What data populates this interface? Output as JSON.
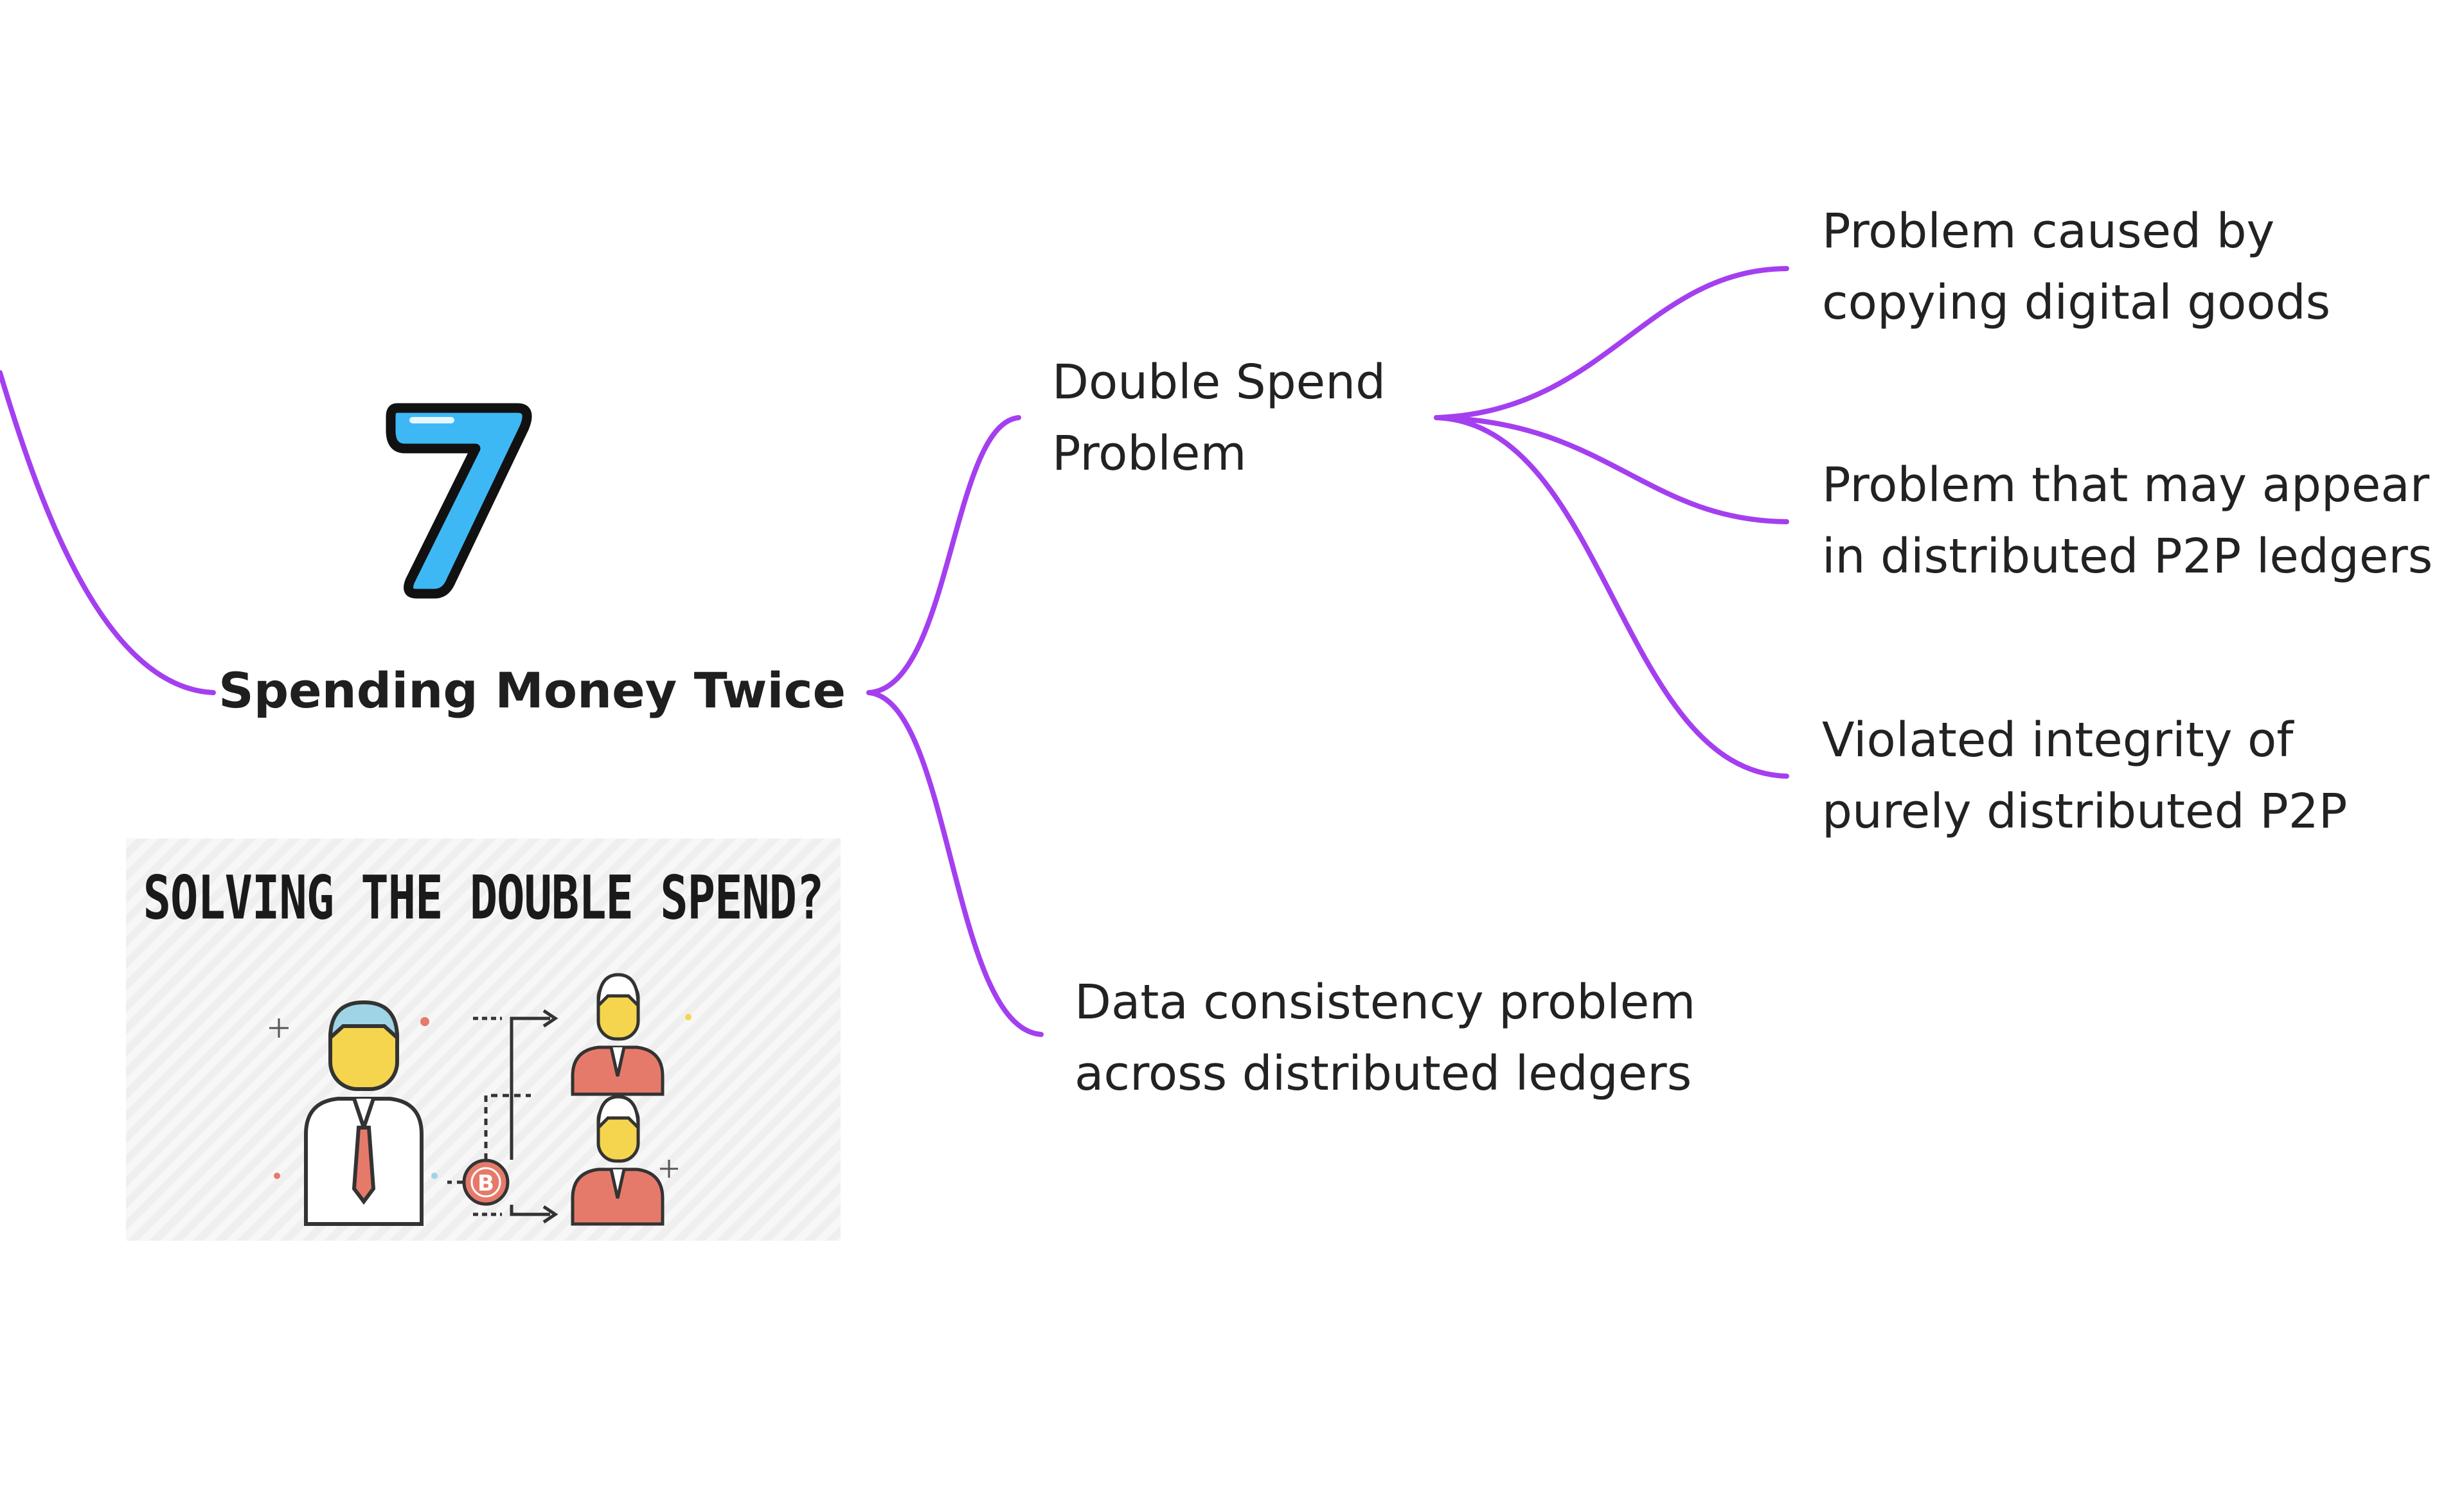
{
  "central": {
    "badge": "7",
    "title": "Spending Money Twice",
    "image_caption": "SOLVING THE DOUBLE SPEND?",
    "image_icons": [
      "sender-person-icon",
      "bitcoin-icon",
      "recipient-person-icon",
      "recipient-person-icon"
    ]
  },
  "branches": [
    {
      "label_lines": [
        "Double Spend",
        "Problem"
      ],
      "children": [
        {
          "label_lines": [
            "Problem caused by",
            "copying digital goods"
          ]
        },
        {
          "label_lines": [
            "Problem that may appear",
            "in distributed P2P ledgers"
          ]
        },
        {
          "label_lines": [
            "Violated integrity of",
            "purely distributed P2P"
          ]
        }
      ]
    },
    {
      "label_lines": [
        "Data consistency problem",
        "across distributed ledgers"
      ]
    }
  ],
  "colors": {
    "connector": "#a43ff0",
    "badge_fill": "#3db8f5",
    "badge_stroke": "#111111",
    "text": "#222222"
  }
}
